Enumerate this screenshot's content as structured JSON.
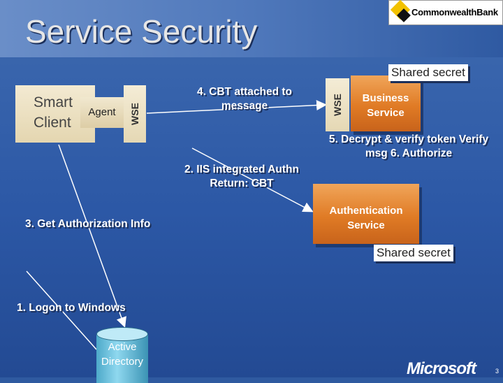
{
  "slide": {
    "title": "Service Security",
    "logo_text": "CommonwealthBank",
    "footer_logo_text": "Microsoft",
    "page_number": "3"
  },
  "nodes": {
    "smart_client": "Smart Client",
    "agent": "Agent",
    "wse_left": "WSE",
    "wse_right": "WSE",
    "business_service": "Business Service",
    "authentication_service": "Authentication Service",
    "active_directory": "Active Directory",
    "shared_secret_top": "Shared secret",
    "shared_secret_bottom": "Shared secret"
  },
  "steps": {
    "step1": "1. Logon to Windows",
    "step2": "2. IIS integrated Authn Return: CBT",
    "step3": "3. Get Authorization Info",
    "step4": "4. CBT attached to message",
    "step5": "5. Decrypt & verify token Verify msg 6. Authorize"
  },
  "colors": {
    "background": "#2c58a6",
    "service_box": "#e07b25",
    "client_box": "#f1e8cf",
    "database": "#8fd8ef"
  }
}
